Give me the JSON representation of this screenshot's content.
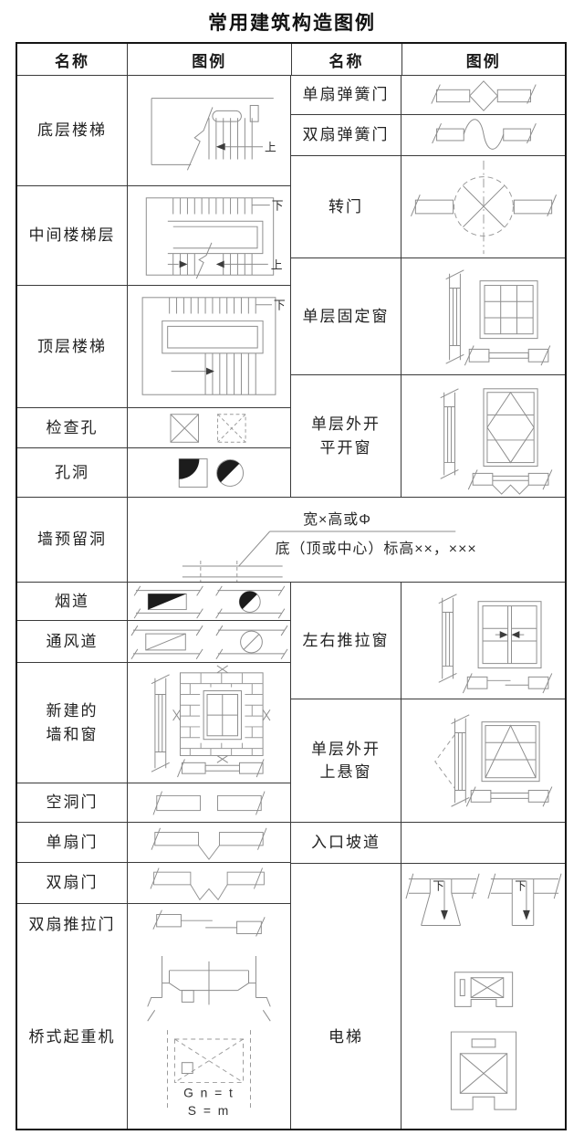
{
  "title": "常用建筑构造图例",
  "header": {
    "name1": "名称",
    "legend1": "图例",
    "name2": "名称",
    "legend2": "图例"
  },
  "rows": {
    "stairs_ground": {
      "name": "底层楼梯"
    },
    "stairs_middle": {
      "name": "中间楼梯层"
    },
    "stairs_top": {
      "name": "顶层楼梯"
    },
    "inspection_hole": {
      "name": "检查孔"
    },
    "hole": {
      "name": "孔洞"
    },
    "wall_reserved_hole": {
      "name": "墙预留洞",
      "label_size": "宽×高或Φ",
      "label_elevation": "底（顶或中心）标高××，×××"
    },
    "flue": {
      "name": "烟道"
    },
    "vent": {
      "name": "通风道"
    },
    "new_wall_window": {
      "name": "新建的\n墙和窗"
    },
    "opening_door": {
      "name": "空洞门"
    },
    "single_door": {
      "name": "单扇门"
    },
    "double_door": {
      "name": "双扇门"
    },
    "double_sliding_door": {
      "name": "双扇推拉门"
    },
    "bridge_crane": {
      "name": "桥式起重机",
      "label_line1": "G n = t",
      "label_line2": "S = m"
    },
    "single_spring_door": {
      "name": "单扇弹簧门"
    },
    "double_spring_door": {
      "name": "双扇弹簧门"
    },
    "revolving_door": {
      "name": "转门"
    },
    "fixed_window": {
      "name": "单层固定窗"
    },
    "casement_window": {
      "name": "单层外开\n平开窗"
    },
    "sliding_window": {
      "name": "左右推拉窗"
    },
    "top_hung_window": {
      "name": "单层外开\n上悬窗"
    },
    "entrance_ramp": {
      "name": "入口坡道"
    },
    "elevator": {
      "name": "电梯"
    }
  },
  "glyphs": {
    "up": "上",
    "down": "下"
  }
}
